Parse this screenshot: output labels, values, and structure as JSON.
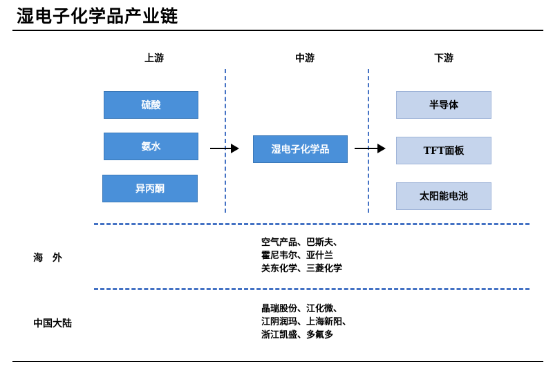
{
  "title": "湿电子化学品产业链",
  "columns": {
    "upstream": "上游",
    "midstream": "中游",
    "downstream": "下游"
  },
  "upstream_boxes": [
    "硫酸",
    "氨水",
    "异丙酮"
  ],
  "midstream_box": "湿电子化学品",
  "downstream_boxes": [
    "半导体",
    "TFT面板",
    "太阳能电池"
  ],
  "regions": {
    "overseas": {
      "label": "海　外",
      "companies": [
        "空气产品、巴斯夫、",
        "霍尼韦尔、亚什兰",
        "关东化学、三菱化学"
      ]
    },
    "mainland": {
      "label": "中国大陆",
      "companies": [
        "晶瑞股份、江化微、",
        "江阴润玛、上海新阳、",
        "浙江凯盛、多氟多"
      ]
    }
  },
  "colors": {
    "dark_box": "#4A90D9",
    "light_box": "#C5D4EC",
    "dash": "#4472C4"
  }
}
